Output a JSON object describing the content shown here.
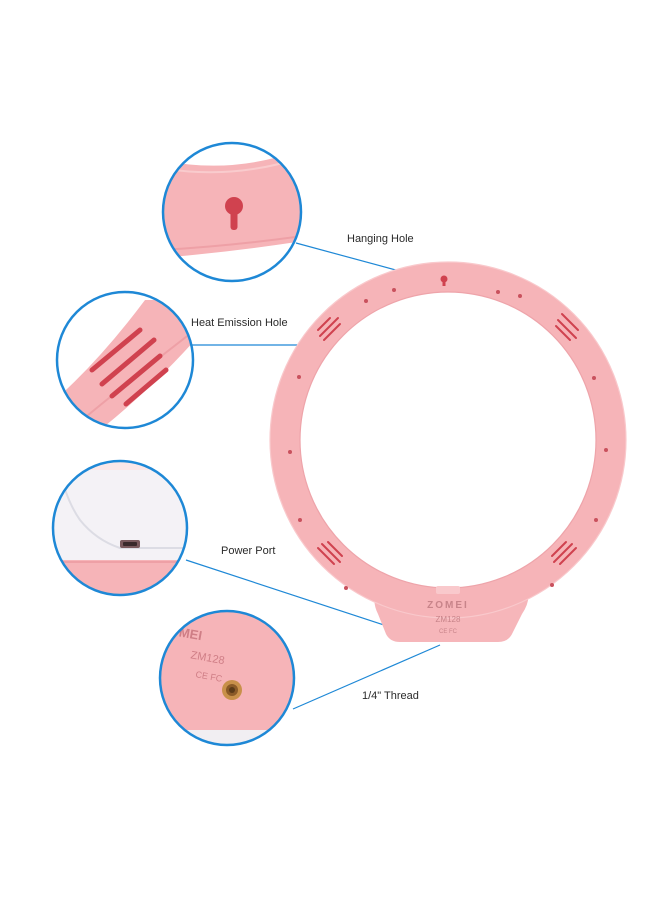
{
  "callouts": {
    "hanging_hole": "Hanging Hole",
    "heat_emission_hole": "Heat Emission Hole",
    "power_port": "Power Port",
    "thread": "1/4\" Thread"
  },
  "product": {
    "brand": "ZOMEI",
    "model": "ZM128",
    "marks": "CE FC",
    "color": "#f6b8bc",
    "accent": "#e85a6a"
  },
  "colors": {
    "callout_ring": "#1e88d6",
    "leader_line": "#1e88d6",
    "background": "#ffffff"
  }
}
